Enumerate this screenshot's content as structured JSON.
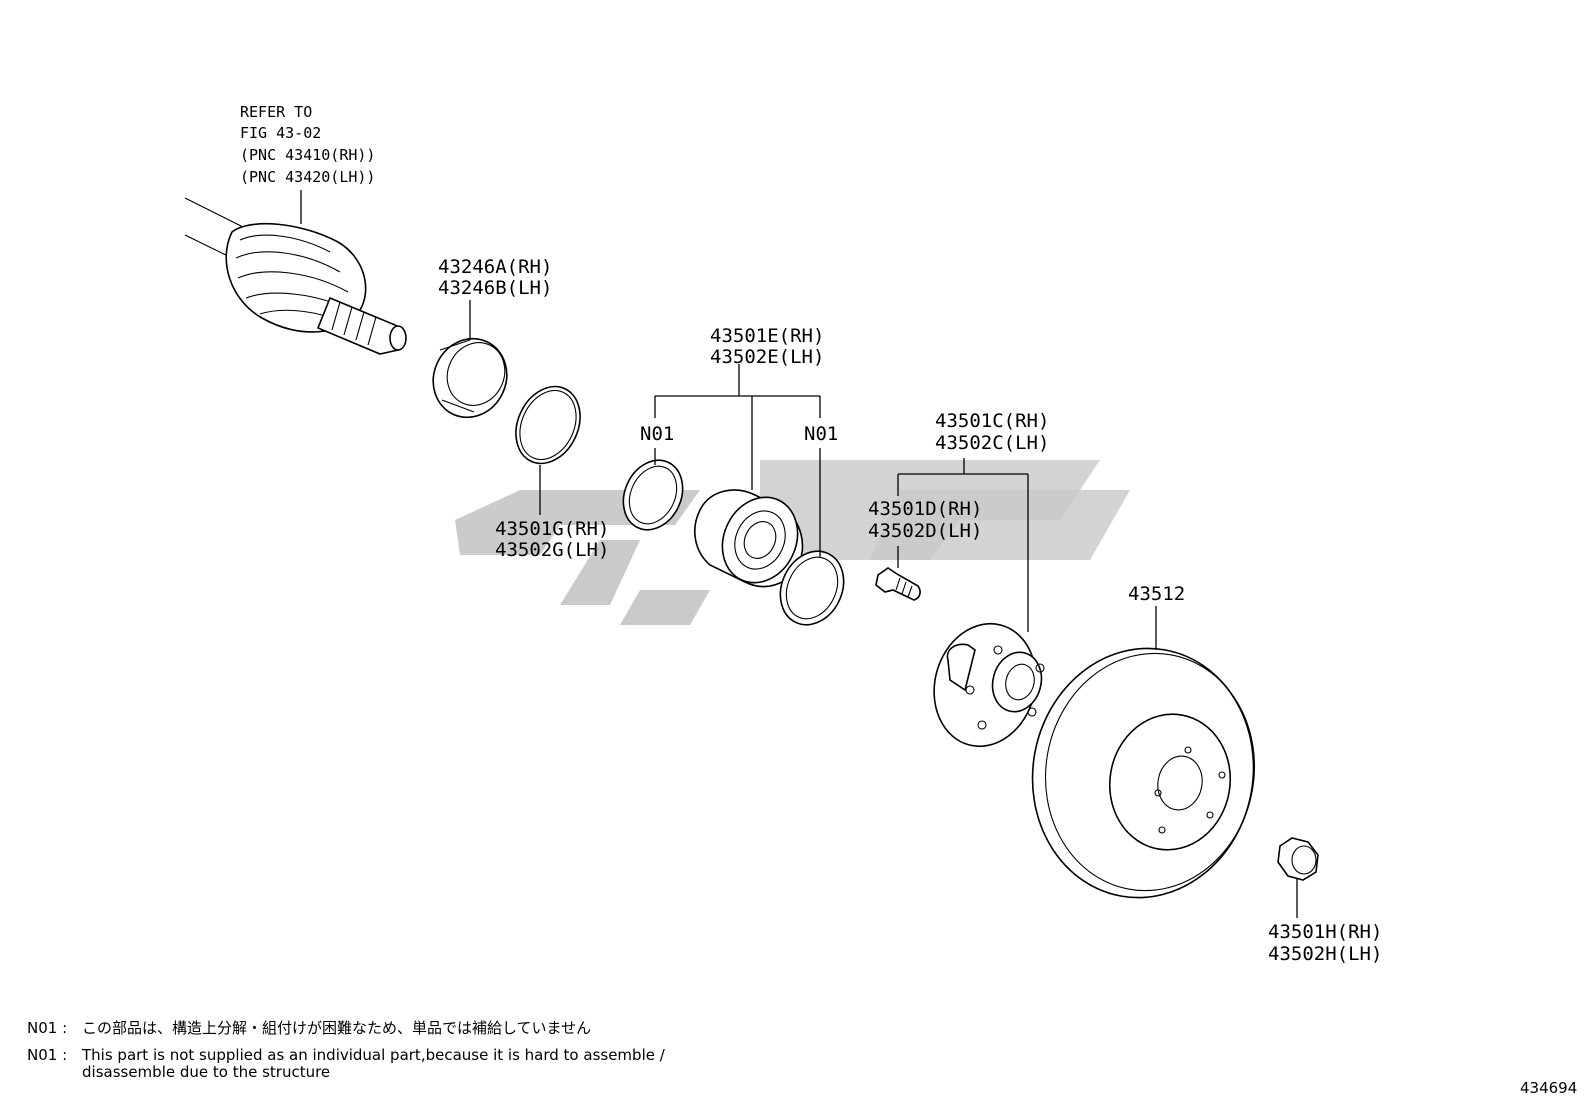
{
  "refer": {
    "line1": "REFER TO",
    "line2": "FIG 43-02",
    "line3": "(PNC 43410(RH))",
    "line4": "(PNC 43420(LH))"
  },
  "parts": {
    "p43246": {
      "rh": "43246A(RH)",
      "lh": "43246B(LH)"
    },
    "p43501G": {
      "rh": "43501G(RH)",
      "lh": "43502G(LH)"
    },
    "p43501E": {
      "rh": "43501E(RH)",
      "lh": "43502E(LH)"
    },
    "n01_left": "N01",
    "n01_right": "N01",
    "p43501C": {
      "rh": "43501C(RH)",
      "lh": "43502C(LH)"
    },
    "p43501D": {
      "rh": "43501D(RH)",
      "lh": "43502D(LH)"
    },
    "p43512": "43512",
    "p43501H": {
      "rh": "43501H(RH)",
      "lh": "43502H(LH)"
    }
  },
  "notes": [
    {
      "code": "N01 :",
      "text": "この部品は、構造上分解・組付けが困難なため、単品では補給していません"
    },
    {
      "code": "N01 :",
      "text": "This part is not supplied as an individual part,because it is hard to assemble /"
    },
    {
      "code": "",
      "text": "disassemble due to the structure"
    }
  ],
  "figure_id": "434694",
  "watermark_color": "#c8c8c8"
}
